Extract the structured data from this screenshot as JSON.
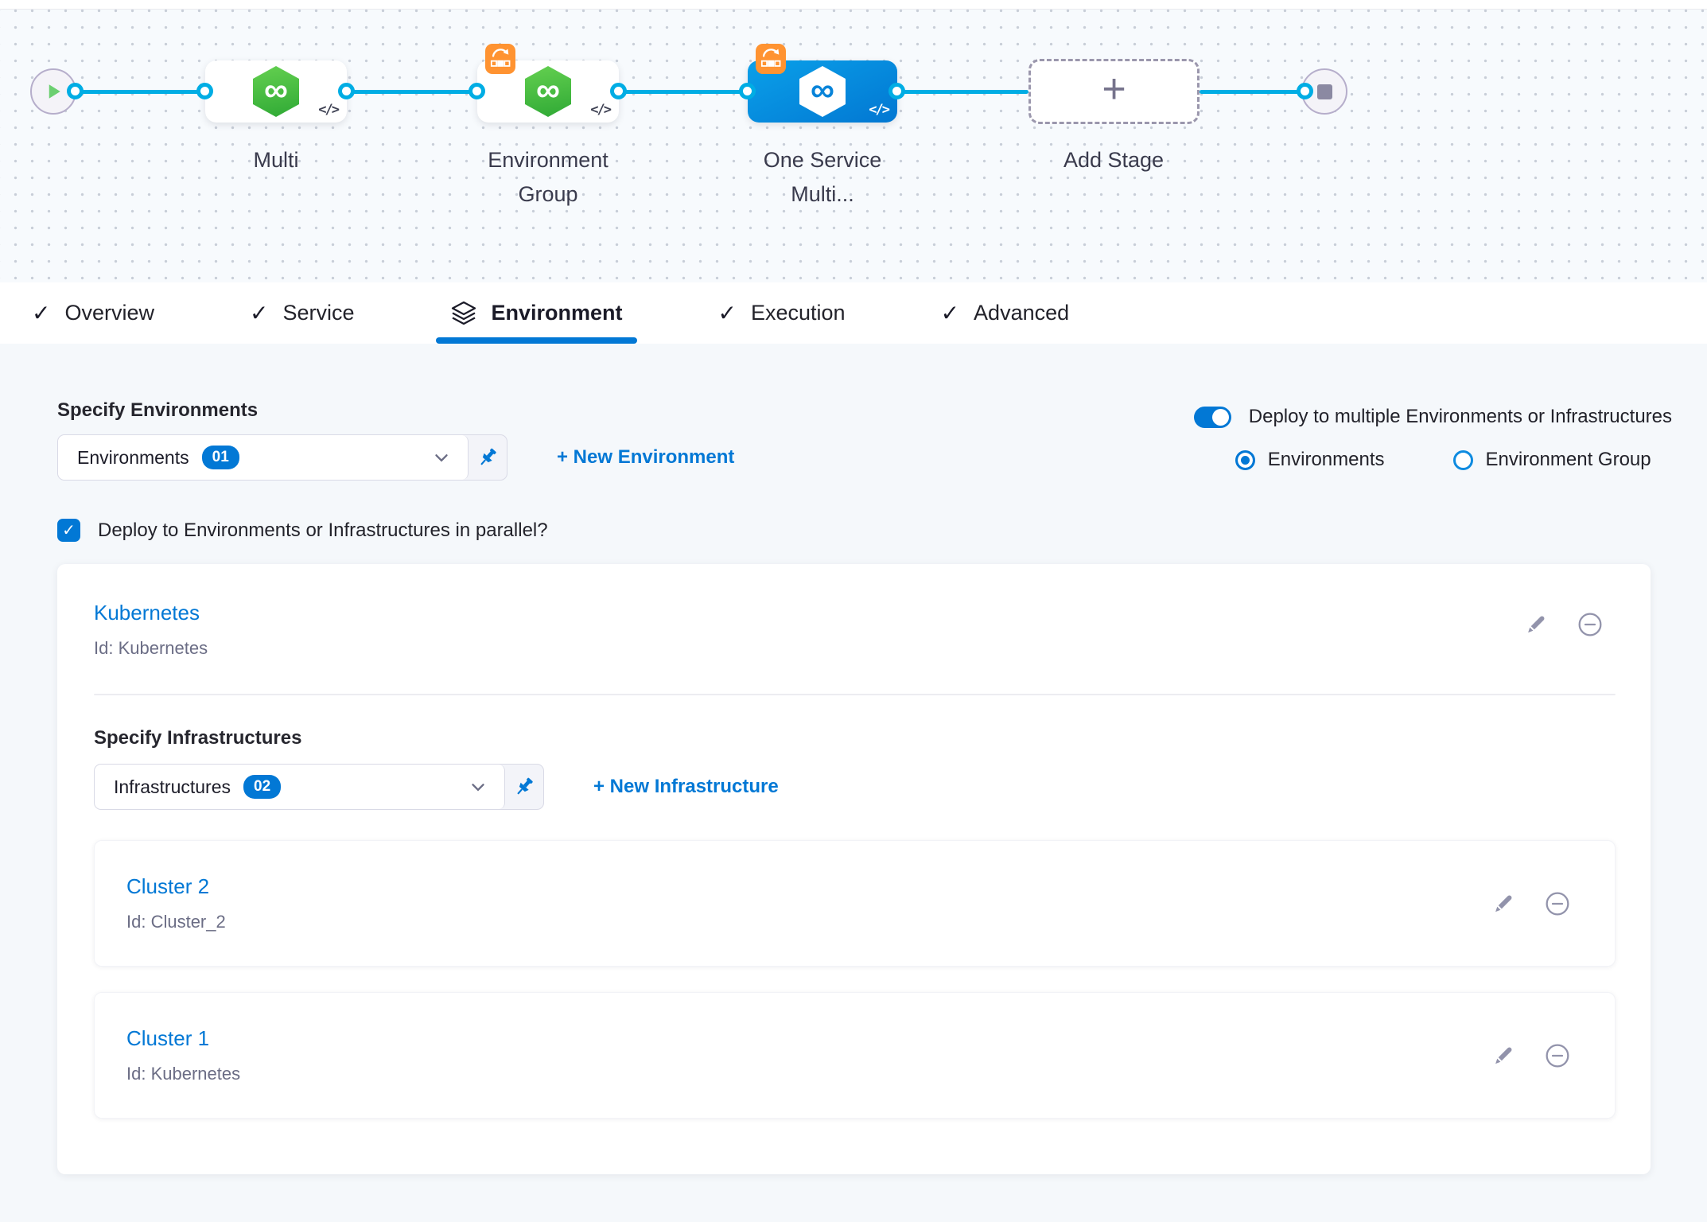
{
  "icons": {
    "infinity": "∞",
    "plus": "+",
    "check": "✓",
    "code": "</>"
  },
  "canvas": {
    "nodes": {
      "multi": {
        "label": "Multi"
      },
      "environment_group": {
        "label": "Environment Group"
      },
      "one_service": {
        "label": "One Service Multi..."
      },
      "add_stage": {
        "label": "Add Stage"
      }
    }
  },
  "tabs": [
    {
      "label": "Overview"
    },
    {
      "label": "Service"
    },
    {
      "label": "Environment"
    },
    {
      "label": "Execution"
    },
    {
      "label": "Advanced"
    }
  ],
  "environment_section": {
    "title": "Specify Environments",
    "environments_select": {
      "value": "Environments",
      "count": "01"
    },
    "new_environment_link": "+ New Environment",
    "deploy_multiple_toggle_label": "Deploy to multiple Environments or Infrastructures",
    "deploy_multiple_toggle_on": true,
    "radio_environments": "Environments",
    "radio_environment_group": "Environment Group",
    "parallel_checkbox_label": "Deploy to Environments or Infrastructures in parallel?",
    "parallel_checkbox_checked": true
  },
  "environment_card": {
    "name": "Kubernetes",
    "id": "Id: Kubernetes"
  },
  "infrastructure_section": {
    "title": "Specify Infrastructures",
    "infrastructures_select": {
      "value": "Infrastructures",
      "count": "02"
    },
    "new_infrastructure_link": "+ New Infrastructure",
    "clusters": [
      {
        "name": "Cluster 2",
        "id": "Id: Cluster_2"
      },
      {
        "name": "Cluster 1",
        "id": "Id: Kubernetes"
      }
    ]
  },
  "colors": {
    "primary_blue": "#0278d5",
    "connector_blue": "#00ade4",
    "stage_green": "#42ba45",
    "badge_orange": "#ff9331",
    "icon_gray": "#9293ab"
  }
}
